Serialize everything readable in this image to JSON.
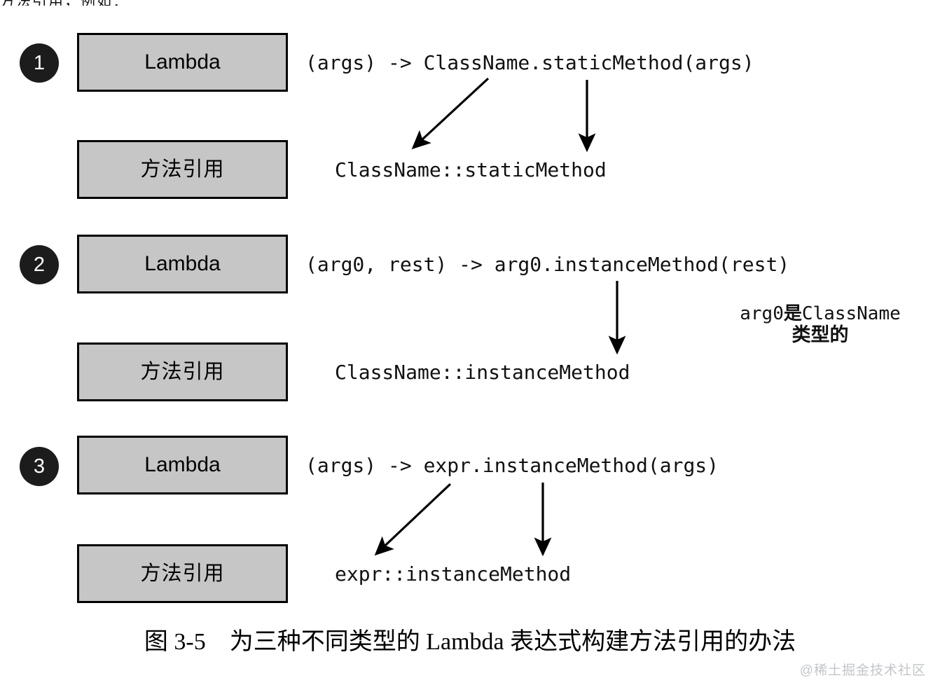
{
  "page": {
    "top_cut_text": "方法引用，例如：",
    "caption": "图 3-5　为三种不同类型的 Lambda 表达式构建方法引用的办法",
    "watermark": "@稀土掘金技术社区",
    "box_fill_color": "#c6c6c6",
    "badge_color": "#1c1c1c",
    "arrow_color": "#000000"
  },
  "groups": [
    {
      "badge": "1",
      "lambda_box_label": "Lambda",
      "methodref_box_label": "方法引用",
      "lambda_code": "(args) -> ClassName.staticMethod(args)",
      "methodref_code": "ClassName::staticMethod"
    },
    {
      "badge": "2",
      "lambda_box_label": "Lambda",
      "methodref_box_label": "方法引用",
      "lambda_code": "(arg0, rest) -> arg0.instanceMethod(rest)",
      "methodref_code": "ClassName::instanceMethod",
      "note_line1_mono": "arg0",
      "note_line1_cjk": "是",
      "note_line1_mono2": "ClassName",
      "note_line2": "类型的"
    },
    {
      "badge": "3",
      "lambda_box_label": "Lambda",
      "methodref_box_label": "方法引用",
      "lambda_code": "(args) -> expr.instanceMethod(args)",
      "methodref_code": "expr::instanceMethod"
    }
  ]
}
